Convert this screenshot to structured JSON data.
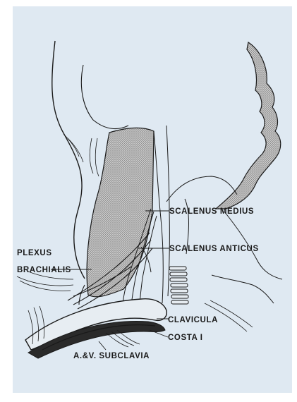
{
  "labels": {
    "scalenus_medius": "SCALENUS MEDIUS",
    "scalenus_anticus": "SCALENUS ANTICUS",
    "plexus_line1": "PLEXUS",
    "plexus_line2": "BRACHIALIS",
    "clavicula": "CLAVICULA",
    "costa": "COSTA I",
    "subclavia": "A.&V. SUBCLAVIA"
  },
  "colors": {
    "background_panel": "#dfe9f2",
    "ink": "#1a1a1a",
    "stipple": "#8a8a8a"
  }
}
